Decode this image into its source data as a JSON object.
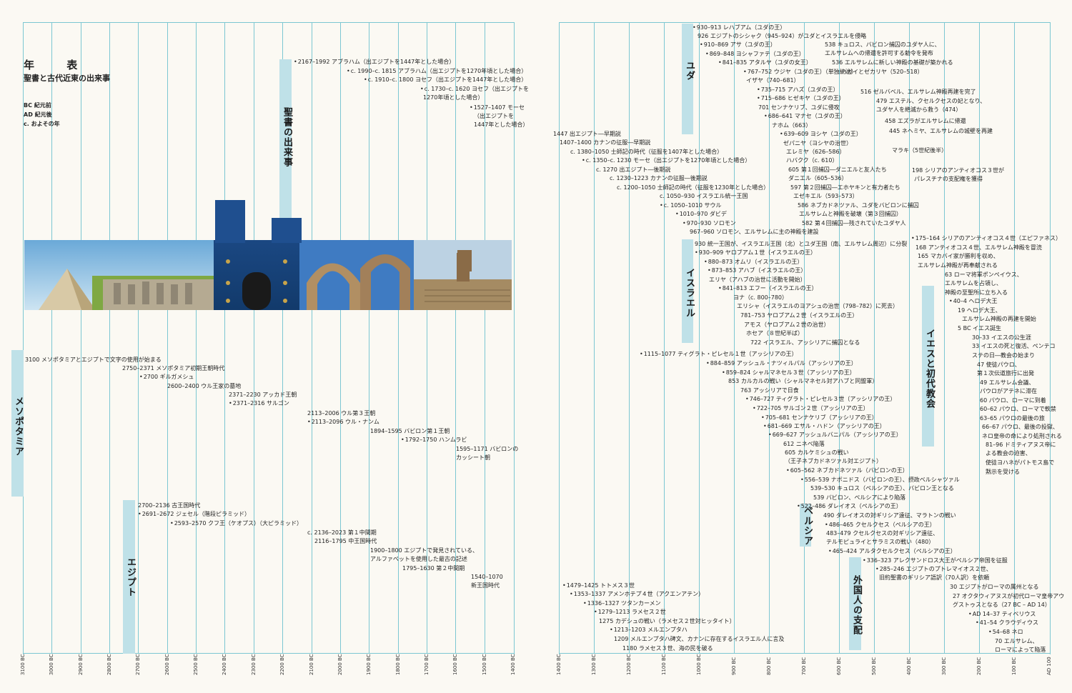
{
  "header": {
    "title": "年 表",
    "subtitle": "聖書と古代近東の出来事",
    "legend": [
      "BC 紀元前",
      "AD 紀元後",
      "c. およその年"
    ]
  },
  "bands": {
    "bible_events": "聖書の出来事",
    "mesopotamia": "メソポタミア",
    "egypt": "エジプト",
    "judah": "ユダ",
    "israel": "イスラエル",
    "persia": "ペルシア",
    "foreign": "外国人の支配",
    "jesus": "イエスと初代教会"
  },
  "axis_left": [
    "3100 BC",
    "3000 BC",
    "2900 BC",
    "2800 BC",
    "2700 BC",
    "2600 BC",
    "2500 BC",
    "2400 BC",
    "2300 BC",
    "2200 BC",
    "2100 BC",
    "2000 BC",
    "1900 BC",
    "1800 BC",
    "1700 BC",
    "1600 BC",
    "1500 BC",
    "1400 BC"
  ],
  "axis_right": [
    "1400 BC",
    "1300 BC",
    "1200 BC",
    "1100 BC",
    "1000 BC",
    "900 BC",
    "800 BC",
    "700 BC",
    "600 BC",
    "500 BC",
    "400 BC",
    "300 BC",
    "200 BC",
    "100 BC",
    "AD 100"
  ],
  "left_events": {
    "bible": [
      "2167–1992 アブラハム（出エジプトを1447年とした場合）",
      "c. 1990–c. 1815 アブラハム（出エジプトを1270年頃とした場合）",
      "c. 1910–c. 1800 ヨセフ（出エジプトを1447年とした場合）",
      "c. 1730–c. 1620 ヨセフ（出エジプトを",
      "1270年頃とした場合）",
      "1527–1407 モーセ",
      "（出エジプトを",
      "1447年とした場合）"
    ],
    "meso": [
      "3100 メソポタミアとエジプトで文字の使用が始まる",
      "2750–2371 メソポタミア初期王朝時代",
      "2700 ギルガメシュ",
      "2600–2400 ウル王家の墓地",
      "2371–2230 アッカド王朝",
      "2371–2316 サルゴン",
      "2113–2006 ウル第３王朝",
      "2113–2096 ウル・ナンム",
      "1894–1595 バビロン第１王朝",
      "1792–1750 ハンムラビ",
      "1595–1171 バビロンの",
      "カッシート朝"
    ],
    "egypt": [
      "2700–2136 古王国時代",
      "2691–2672 ジェセル（階段ピラミッド）",
      "2593–2570 クフ王（ケオプス）（大ピラミッド）",
      "c. 2136–2023 第１中間期",
      "2116–1795 中王国時代",
      "1900–1800 エジプトで発見されている、",
      "アルファベットを使用した最古の記述",
      "1795–1630 第２中間期",
      "1540–1070",
      "新王国時代"
    ]
  },
  "right_events": {
    "judah": [
      "930–913 レハブアム（ユダの王）",
      "926 エジプトのシシャク（945–924）がユダとイスラエルを侵略",
      "910–869 アサ（ユダの王）",
      "869–848 ヨシャファテ（ユダの王）",
      "841–835 アタルヤ（ユダの女王）",
      "767–752 ウジヤ（ユダの王）（単独統治）",
      "イザヤ（740–681）",
      "735–715 アハズ（ユダの王）",
      "715–686 ヒゼキヤ（ユダの王）",
      "701 センナケリブ、ユダに侵攻",
      "686–641 マナセ（ユダの王）",
      "ナホム（663）",
      "639–609 ヨシヤ（ユダの王）",
      "ゼパニヤ（ヨシヤの治世）",
      "エレミヤ（626–586）",
      "ハバクク（c. 610）",
      "605 第１回捕囚―ダニエルと友人たち",
      "ダニエル（605–536）",
      "597 第２回捕囚―エホヤキンと有力者たち",
      "エゼキエル（593–573）",
      "586 ネブカドネツァル、ユダをバビロンに捕囚",
      "エルサレムと神殿を破壊（第３回捕囚）",
      "582 第４回捕囚―残されていたユダヤ人",
      "967–960 ソロモン、エルサレムに主の神殿を建設"
    ],
    "exodus": [
      "1447 出エジプト―早期説",
      "1407–1400 カナンの征服―早期説",
      "c. 1380–1050 士師記の時代（征服を1407年とした場合）",
      "c. 1350–c. 1230 モーセ（出エジプトを1270年頃とした場合）",
      "c. 1270 出エジプト―後期説",
      "c. 1230–1223 カナンの征服―後期説",
      "c. 1200–1050 士師記の時代（征服を1230年とした場合）",
      "c. 1050–930 イスラエル統一王国",
      "c. 1050–1010 サウル",
      "1010–970 ダビデ",
      "970–930 ソロモン"
    ],
    "persia_top": [
      "538 キュロス、バビロン捕囚のユダヤ人に、",
      "エルサレムへの帰還を許可する勅令を発布",
      "536 エルサレムに新しい神殿の基礎が築かれる",
      "ハガイとゼカリヤ（520–518）",
      "516 ゼルバベル、エルサレム神殿再建を完了",
      "479 エステル、クセルクセスの妃となり、",
      "ユダヤ人を絶滅から救う（474）",
      "458 エズラがエルサレムに帰還",
      "445 ネヘミヤ、エルサレムの城壁を再建",
      "マラキ（5世紀後半）",
      "198 シリアのアンティオコス３世が",
      "パレスチナの支配権を獲得"
    ],
    "israel": [
      "930 統一王国が、イスラエル王国（北）とユダ王国（南、エルサレム周辺）に分裂",
      "930–909 ヤロブアム１世（イスラエルの王）",
      "880–873 オムリ（イスラエルの王）",
      "873–853 アハブ（イスラエルの王）",
      "エリヤ（アハブの治世に活動を開始）",
      "841–813 エフー（イスラエルの王）",
      "ヨナ（c. 800–780）",
      "エリシャ（イスラエルのヨアシュの治世（798–782）に死去）",
      "781–753 ヤロブアム２世（イスラエルの王）",
      "アモス（ヤロブアム２世の治世）",
      "ホセア（８世紀半ば）",
      "722 イスラエル、アッシリアに捕囚となる"
    ],
    "assyria": [
      "1115–1077 ティグラト・ピレセル１世（アッシリアの王）",
      "884–859 アッシュル・ナツィルパル（アッシリアの王）",
      "859–824 シャルマネセル３世（アッシリアの王）",
      "853 カルカルの戦い（シャルマネセル対アハブと同盟軍）",
      "763 アッシリアで日食",
      "746–727 ティグラト・ピレセル３世（アッシリアの王）",
      "722–705 サルゴン２世（アッシリアの王）",
      "705–681 センナケリブ（アッシリアの王）",
      "681–669 エサル・ハドン（アッシリアの王）",
      "669–627 アッシュルバニパル（アッシリアの王）",
      "612 ニネベ陥落",
      "605 カルケミシュの戦い",
      "（王子ネブカドネツァル対エジプト）",
      "605–562 ネブカドネツァル（バビロンの王）",
      "556–539 ナボニドス（バビロンの王）、摂政ベルシャツァル",
      "539–530 キュロス（ペルシアの王）、バビロン王となる",
      "539 バビロン、ペルシアにより陥落",
      "522–486 ダレイオス（ペルシアの王）",
      "490 ダレイオスの対ギリシア遠征、マラトンの戦い",
      "486–465 クセルクセス（ペルシアの王）",
      "483–479 クセルクセスの対ギリシア遠征、",
      "テルモピュライとサラミスの戦い（480）",
      "465–424 アルタクセルクセス（ペルシアの王）",
      "336–323 アレクサンドロス大王がペルシア帝国を征服",
      "285–246 エジプトのプトレマイオス２世、",
      "旧約聖書のギリシア語訳（70人訳）を依頼"
    ],
    "jesus": [
      "175–164 シリアのアンティオコス４世（エピファネス）",
      "168 アンティオコス４世、エルサレム神殿を冒涜",
      "165 マカバイ家が勝利を収め、",
      "エルサレム神殿が再奉献される",
      "63 ローマ将軍ポンペイウス、",
      "エルサレムを占領し、",
      "神殿の至聖所に立ち入る",
      "40–4 ヘロデ大王",
      "19 ヘロデ大王、",
      "エルサレム神殿の再建を開始",
      "5 BC イエス誕生",
      "30–33 イエスの公生涯",
      "33 イエスの死と復活、ペンテコ",
      "ステの日―教会の始まり",
      "47 使徒パウロ、",
      "第１次伝道旅行に出発",
      "49 エルサレム会議、",
      "パウロがアテネに滞在",
      "60 パウロ、ローマに到着",
      "60–62 パウロ、ローマで軟禁",
      "63–65 パウロの最後の旅",
      "66–67 パウロ、最後の投獄、",
      "ネロ皇帝の命により処刑される",
      "81–96 ドミティアヌス帝に",
      "よる教会の迫害、",
      "使徒ヨハネがパトモス島で",
      "黙示を受ける",
      "30 エジプトがローマの属州となる",
      "27 オクタウィアヌスが初代ローマ皇帝アウ",
      "グストゥスとなる（27 BC – AD 14）",
      "AD 14–37 ティベリウス",
      "41–54 クラウディウス",
      "54–68 ネロ",
      "70 エルサレム、",
      "ローマによって陥落"
    ],
    "egypt_nk": [
      "1479–1425 トトメス３世",
      "1353–1337 アメンホテプ４世（アクエンアテン）",
      "1336–1327 ツタンカーメン",
      "1279–1213 ラメセス２世",
      "1275 カデシュの戦い（ラメセス２世対ヒッタイト）",
      "1213–1203 メルエンプタハ",
      "1209 メルエンプタハ碑文、カナンに存在するイスラエル人に言及",
      "1180 ラメセス３世、海の民を破る"
    ]
  },
  "colors": {
    "grid": "#7cc7d2",
    "band": "#bfe1e8",
    "paper": "#fbf9f3"
  }
}
